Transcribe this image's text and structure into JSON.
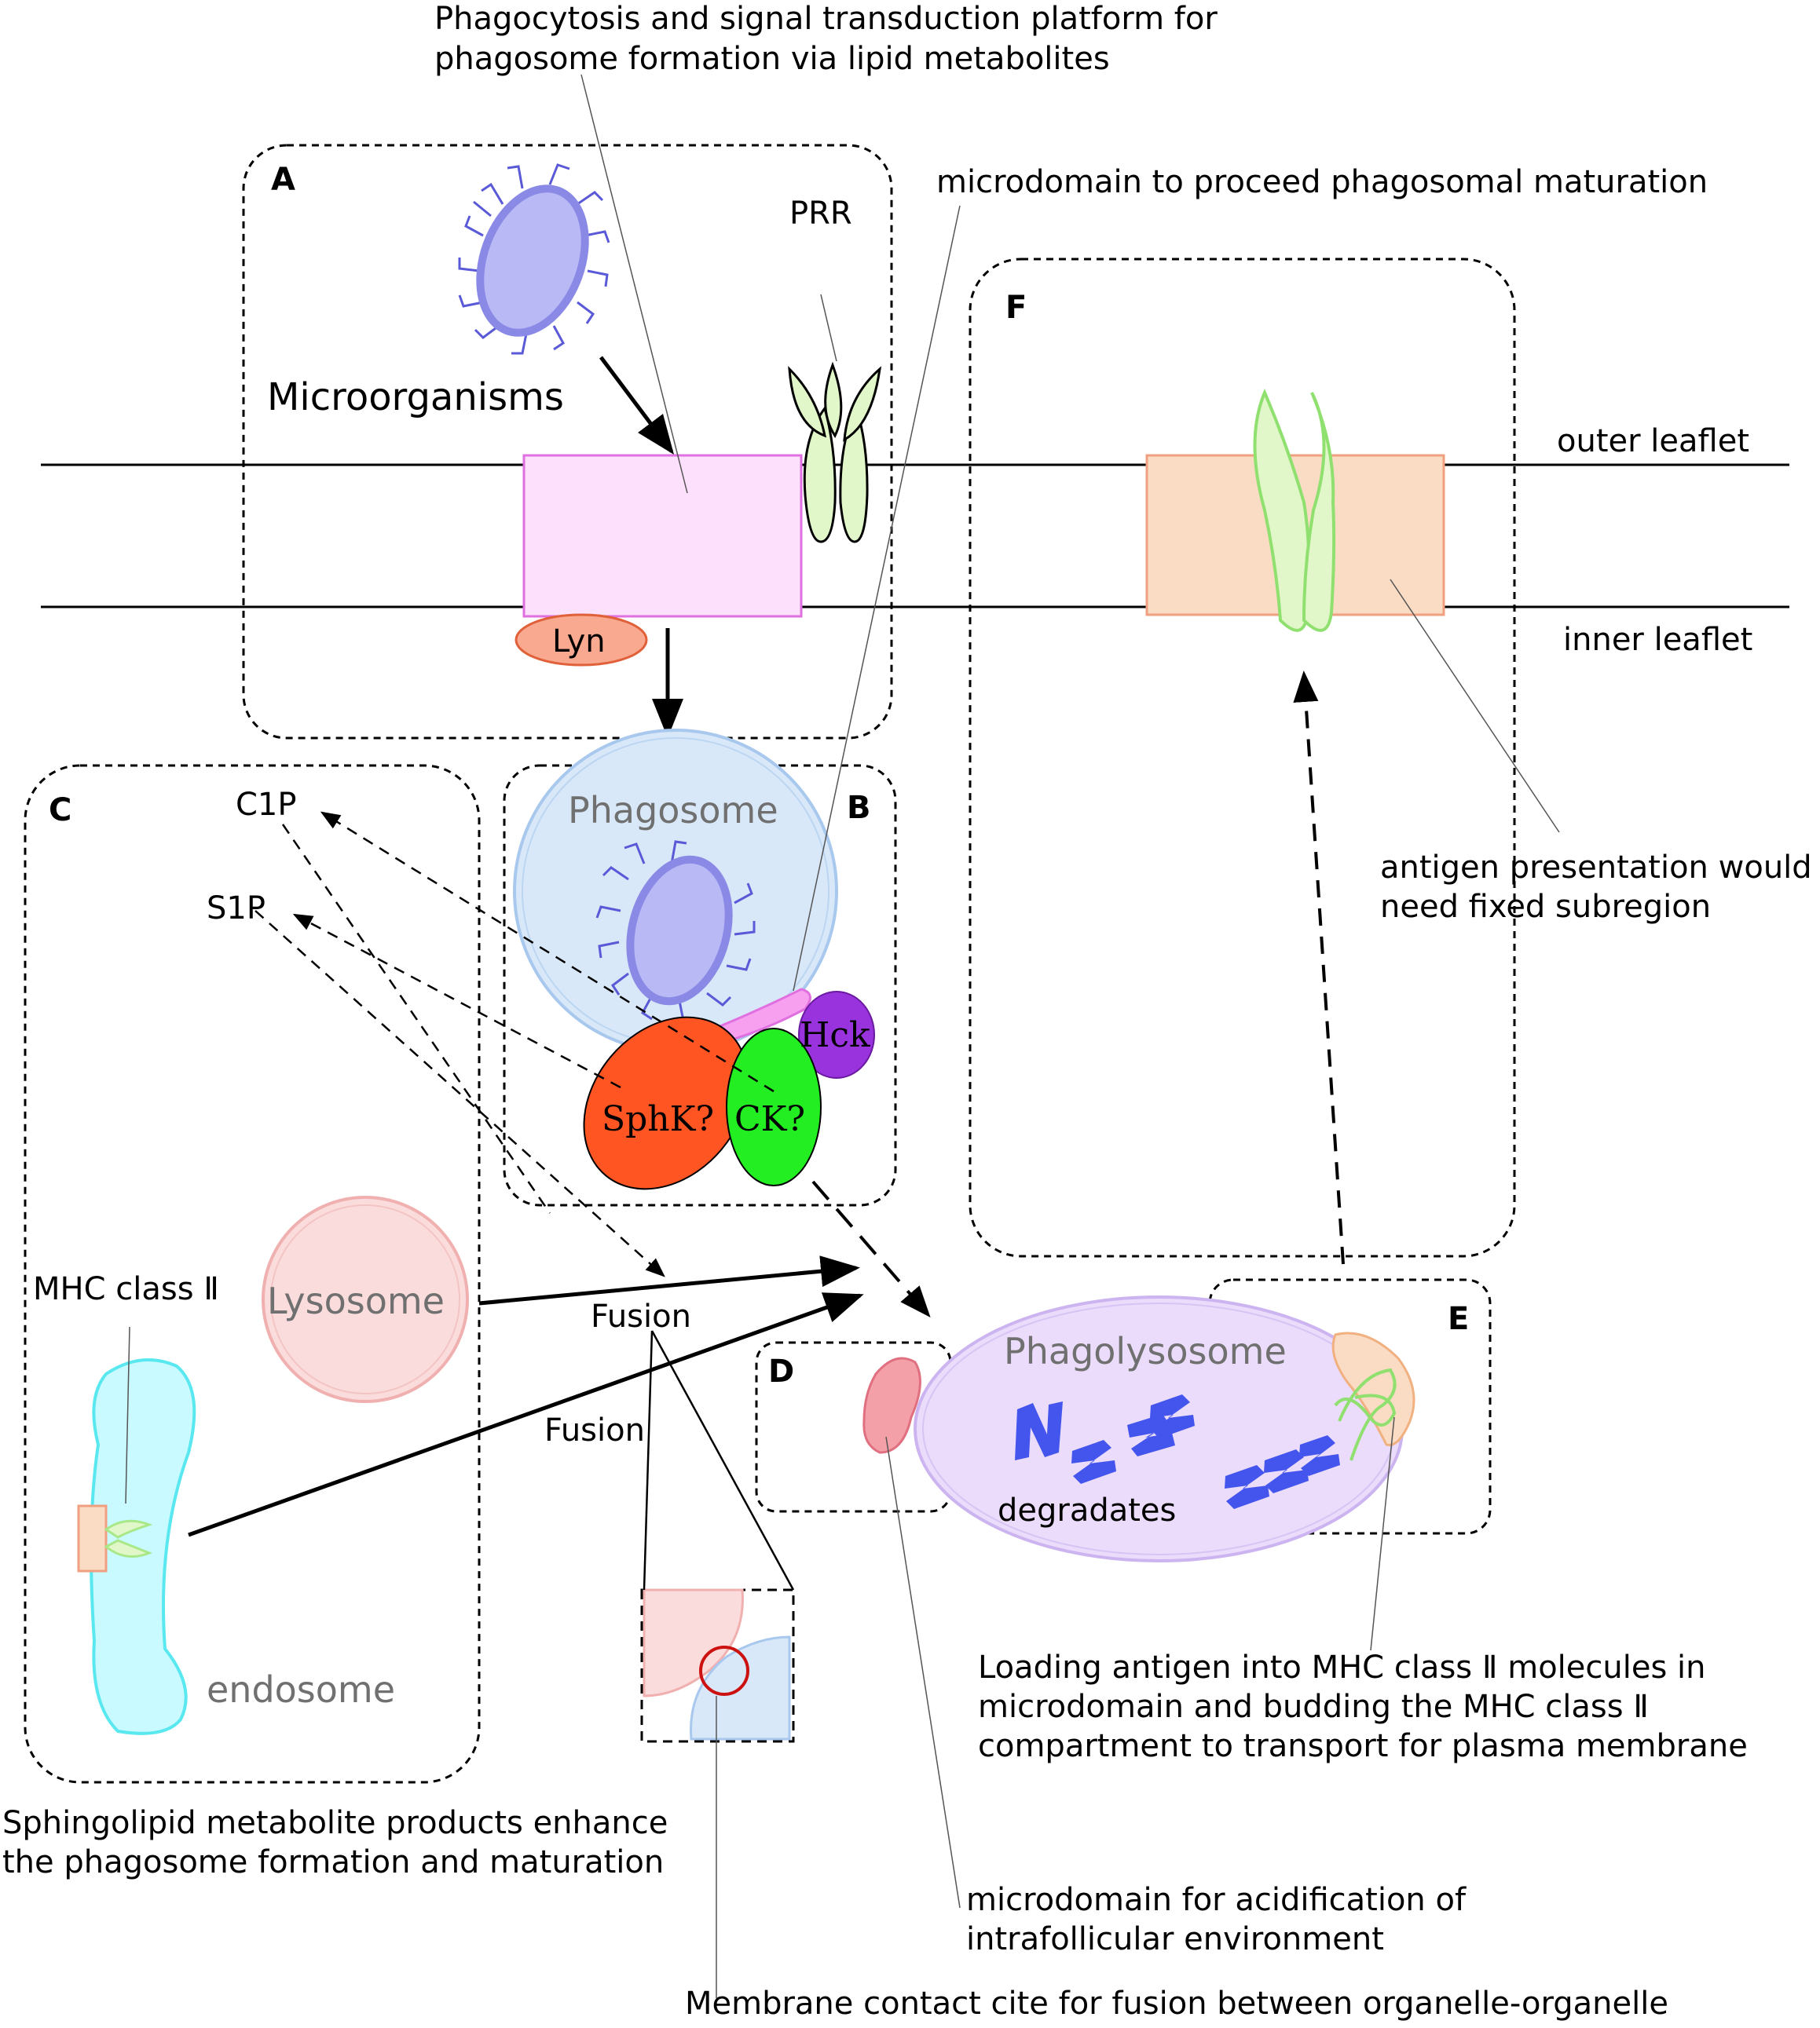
{
  "captions": {
    "top_line1": "Phagocytosis and signal transduction platform for",
    "top_line2": "phagosome formation via lipid metabolites",
    "microdomain_maturation": "microdomain to proceed phagosomal maturation",
    "antigen_line1": "antigen presentation would",
    "antigen_line2": "need fixed subregion",
    "sphingo_line1": "Sphingolipid metabolite products enhance",
    "sphingo_line2": "the phagosome formation and maturation",
    "loading_line1": "Loading antigen into MHC class Ⅱ molecules in",
    "loading_line2": "microdomain and budding the MHC class Ⅱ",
    "loading_line3": "compartment to transport for plasma membrane",
    "acid_line1": "microdomain for acidification of",
    "acid_line2": "intrafollicular environment",
    "contact": "Membrane contact cite for fusion between organelle-organelle"
  },
  "panels": {
    "a": "A",
    "b": "B",
    "c": "C",
    "d": "D",
    "e": "E",
    "f": "F"
  },
  "labels": {
    "prr": "PRR",
    "microorganisms": "Microorganisms",
    "lyn": "Lyn",
    "outer_leaflet": "outer leaflet",
    "inner_leaflet": "inner leaflet",
    "phagosome": "Phagosome",
    "hck": "Hck",
    "sphk": "SphK?",
    "ck": "CK?",
    "c1p": "C1P",
    "s1p": "S1P",
    "mhc": "MHC class Ⅱ",
    "lysosome": "Lysosome",
    "fusion1": "Fusion",
    "fusion2": "Fusion",
    "endosome": "endosome",
    "phagolysosome": "Phagolysosome",
    "degradates": "degradates"
  },
  "colors": {
    "microbe": "#b9b9f5",
    "raft": "#fce0fc",
    "raft_edge": "#e070e0",
    "prr": "#e2f7c9",
    "lyn": "#f8a98f",
    "phagosome": "#d9e8f8",
    "hck": "#9933dd",
    "sphk": "#ff5522",
    "ck": "#22ee22",
    "lysosome": "#fadcdc",
    "endosome": "#c8faff",
    "phagolysosome": "#eadcfa",
    "fragment": "#4455ee",
    "mhc_box": "#fadcc4"
  }
}
